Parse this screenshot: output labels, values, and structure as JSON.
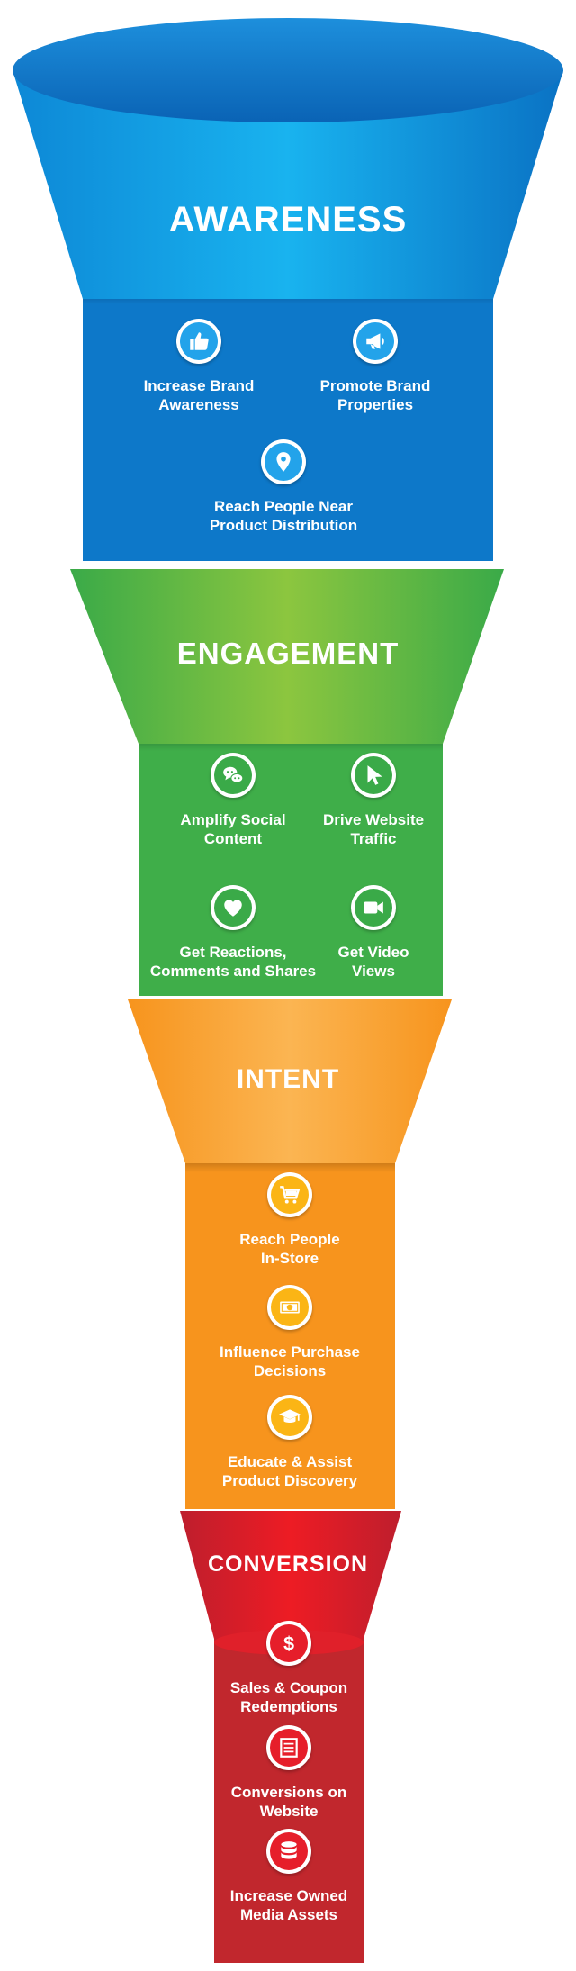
{
  "stages": [
    {
      "id": "awareness",
      "title": "AWARENESS",
      "colors": {
        "light": "#1aa6e6",
        "mid": "#0e8fd9",
        "dark": "#0a6fc2",
        "body": "#0d78c9",
        "icon": "#23a3ea"
      },
      "items": [
        {
          "icon": "thumbs-up-icon",
          "lines": [
            "Increase Brand",
            "Awareness"
          ]
        },
        {
          "icon": "megaphone-icon",
          "lines": [
            "Promote Brand",
            "Properties"
          ]
        },
        {
          "icon": "map-pin-icon",
          "lines": [
            "Reach People Near",
            "Product Distribution"
          ]
        }
      ]
    },
    {
      "id": "engagement",
      "title": "ENGAGEMENT",
      "colors": {
        "light": "#8cc63f",
        "mid": "#5cb946",
        "dark": "#3aaa48",
        "body": "#3fae49",
        "icon": "#3aaa48"
      },
      "items": [
        {
          "icon": "chat-bubbles-icon",
          "lines": [
            "Amplify Social",
            "Content"
          ]
        },
        {
          "icon": "cursor-icon",
          "lines": [
            "Drive Website",
            "Traffic"
          ]
        },
        {
          "icon": "heart-icon",
          "lines": [
            "Get Reactions,",
            "Comments and Shares"
          ]
        },
        {
          "icon": "video-camera-icon",
          "lines": [
            "Get Video",
            "Views"
          ]
        }
      ]
    },
    {
      "id": "intent",
      "title": "INTENT",
      "colors": {
        "light": "#fbb040",
        "mid": "#f7941d",
        "dark": "#ef7f1a",
        "body": "#f7941d",
        "icon": "#fbb515"
      },
      "items": [
        {
          "icon": "shopping-cart-icon",
          "lines": [
            "Reach People",
            "In-Store"
          ]
        },
        {
          "icon": "money-bill-icon",
          "lines": [
            "Influence Purchase",
            "Decisions"
          ]
        },
        {
          "icon": "graduation-cap-icon",
          "lines": [
            "Educate & Assist",
            "Product Discovery"
          ]
        }
      ]
    },
    {
      "id": "conversion",
      "title": "CONVERSION",
      "colors": {
        "light": "#ed1c24",
        "mid": "#d7192b",
        "dark": "#be1e2d",
        "body": "#c1272d",
        "icon": "#e61e2a"
      },
      "items": [
        {
          "icon": "dollar-sign-icon",
          "lines": [
            "Sales & Coupon",
            "Redemptions"
          ]
        },
        {
          "icon": "checklist-icon",
          "lines": [
            "Conversions on",
            "Website"
          ]
        },
        {
          "icon": "database-icon",
          "lines": [
            "Increase Owned",
            "Media Assets"
          ]
        }
      ]
    }
  ]
}
